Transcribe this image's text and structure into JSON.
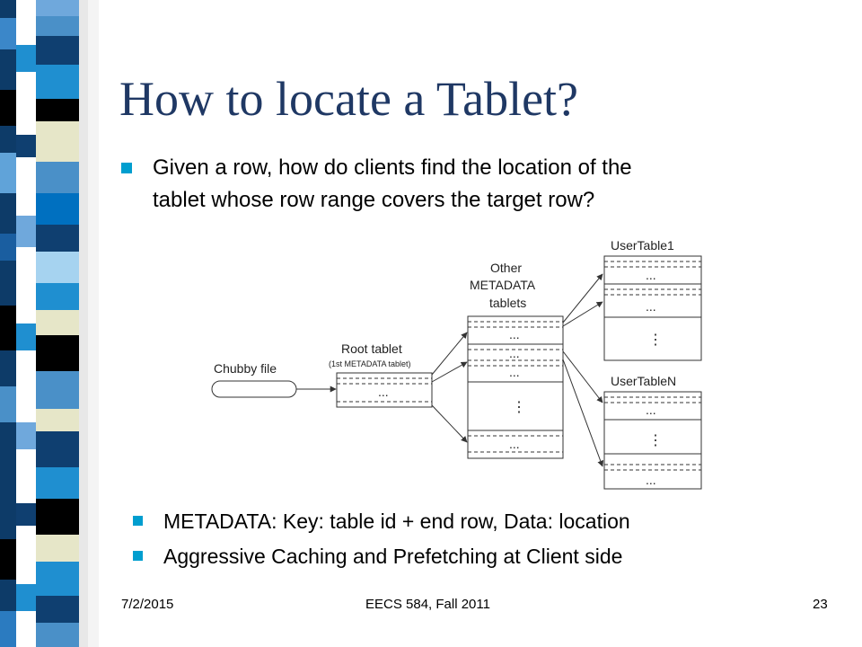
{
  "slide": {
    "title": "How to locate a Tablet?",
    "bullets": [
      "Given a row, how do clients find the location of the",
      "tablet whose row range covers the target row?"
    ],
    "sub_bullets": [
      "METADATA: Key: table id + end row,   Data: location",
      "Aggressive Caching and Prefetching at Client side"
    ],
    "footer": {
      "date": "7/2/2015",
      "course": "EECS 584, Fall 2011",
      "page": "23"
    }
  },
  "diagram": {
    "chubby_label": "Chubby file",
    "root_label": "Root tablet",
    "root_sublabel": "(1st METADATA tablet)",
    "other_label_1": "Other",
    "other_label_2": "METADATA",
    "other_label_3": "tablets",
    "usertable1_label": "UserTable1",
    "usertableN_label": "UserTableN",
    "ellipsis": "...",
    "vdots": "⋮"
  },
  "colors": {
    "title": "#1f3864",
    "bullet": "#009ecf",
    "stripe_palette": [
      "#000000",
      "#1f8fd0",
      "#5b9bd5",
      "#e6e6c8",
      "#0f3f70",
      "#4a90c8",
      "#0070c0",
      "#a6d3f0"
    ]
  }
}
